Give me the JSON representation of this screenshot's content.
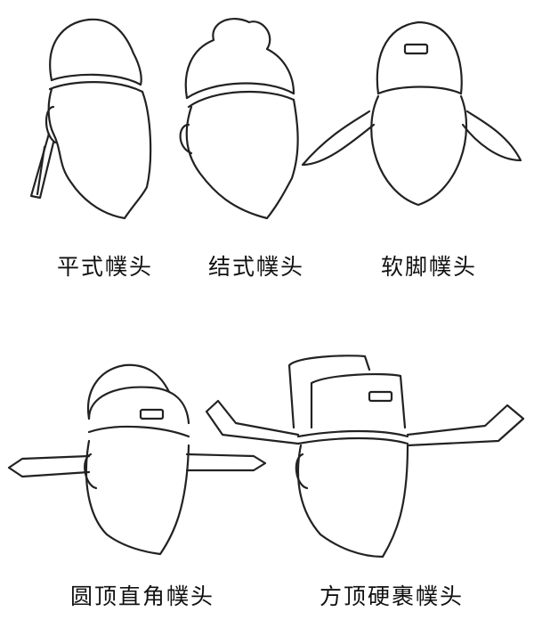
{
  "figures": [
    {
      "label": "平式幞头"
    },
    {
      "label": "结式幞头"
    },
    {
      "label": "软脚幞头"
    },
    {
      "label": "圆顶直角幞头"
    },
    {
      "label": "方顶硬裹幞头"
    }
  ],
  "colors": {
    "line": "#222222",
    "background": "#ffffff"
  }
}
